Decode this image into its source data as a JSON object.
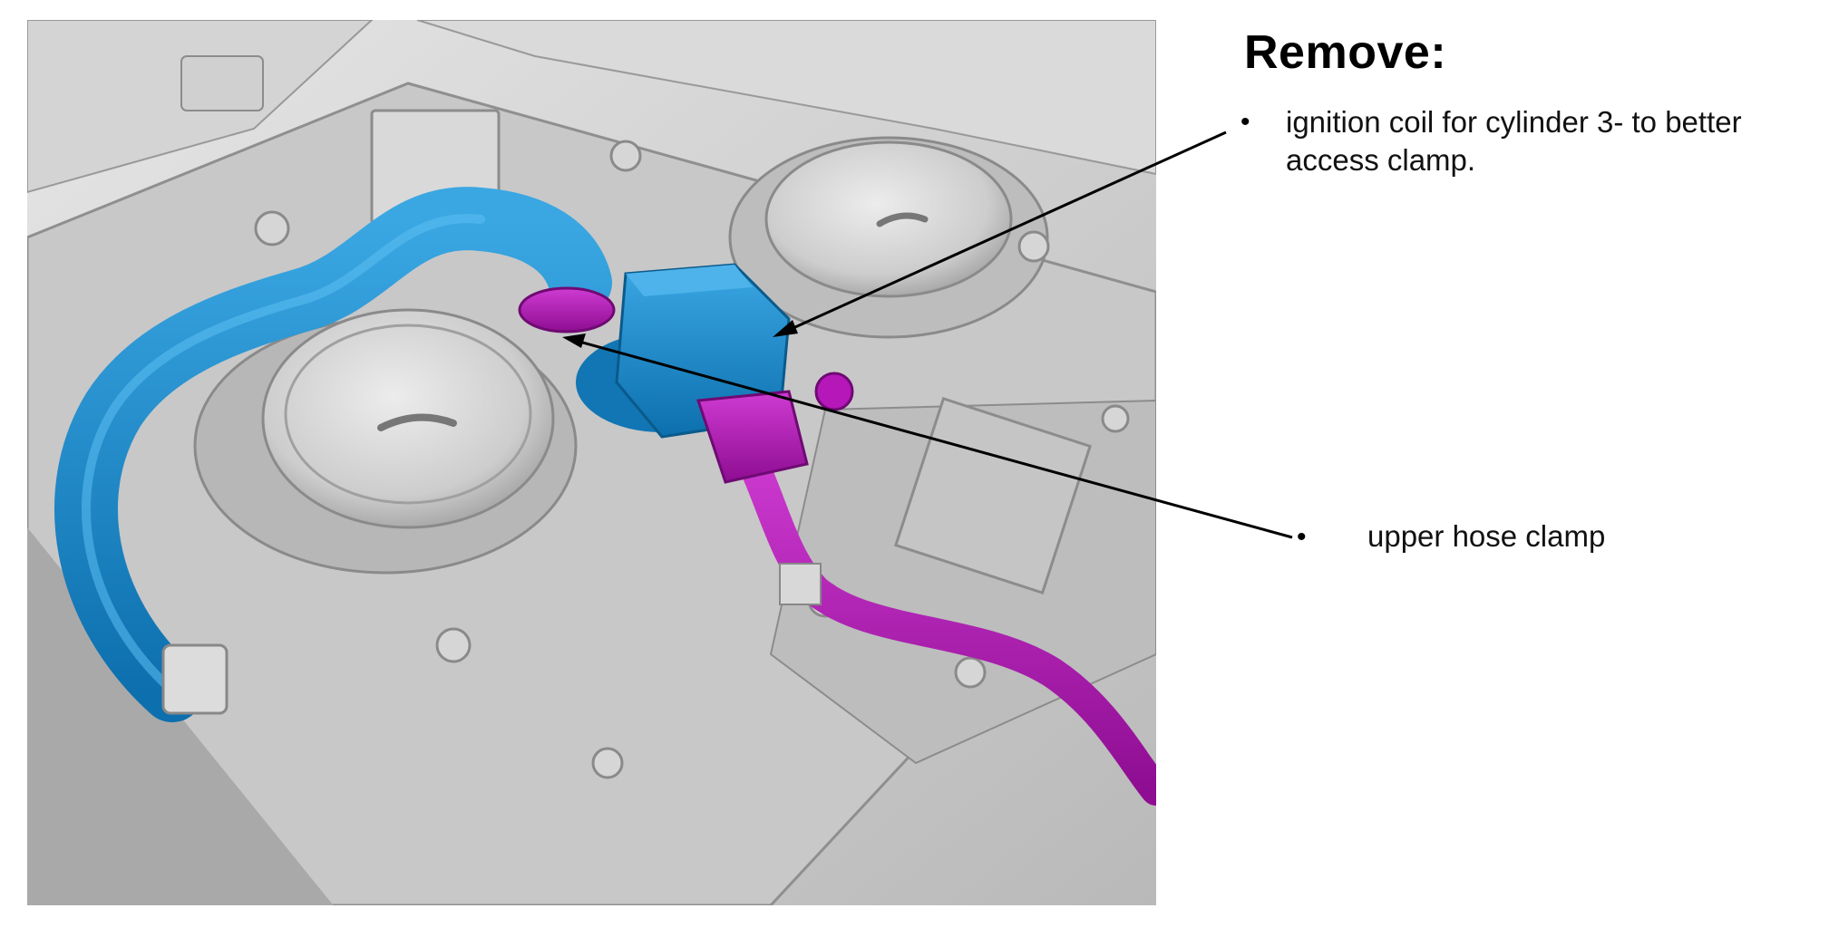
{
  "heading": "Remove:",
  "bullet_glyph": "•",
  "callouts": [
    {
      "text_line1": "ignition coil for cylinder 3- to better",
      "text_line2": "access clamp.",
      "part_color": "#1284c4"
    },
    {
      "text": "upper hose clamp",
      "part_color": "#b013b4"
    }
  ],
  "colors": {
    "engine_gray": "#cfcfcf",
    "hose_blue": "#1a8fd0",
    "wire_magenta": "#b517b8",
    "leader_line": "#000000"
  }
}
